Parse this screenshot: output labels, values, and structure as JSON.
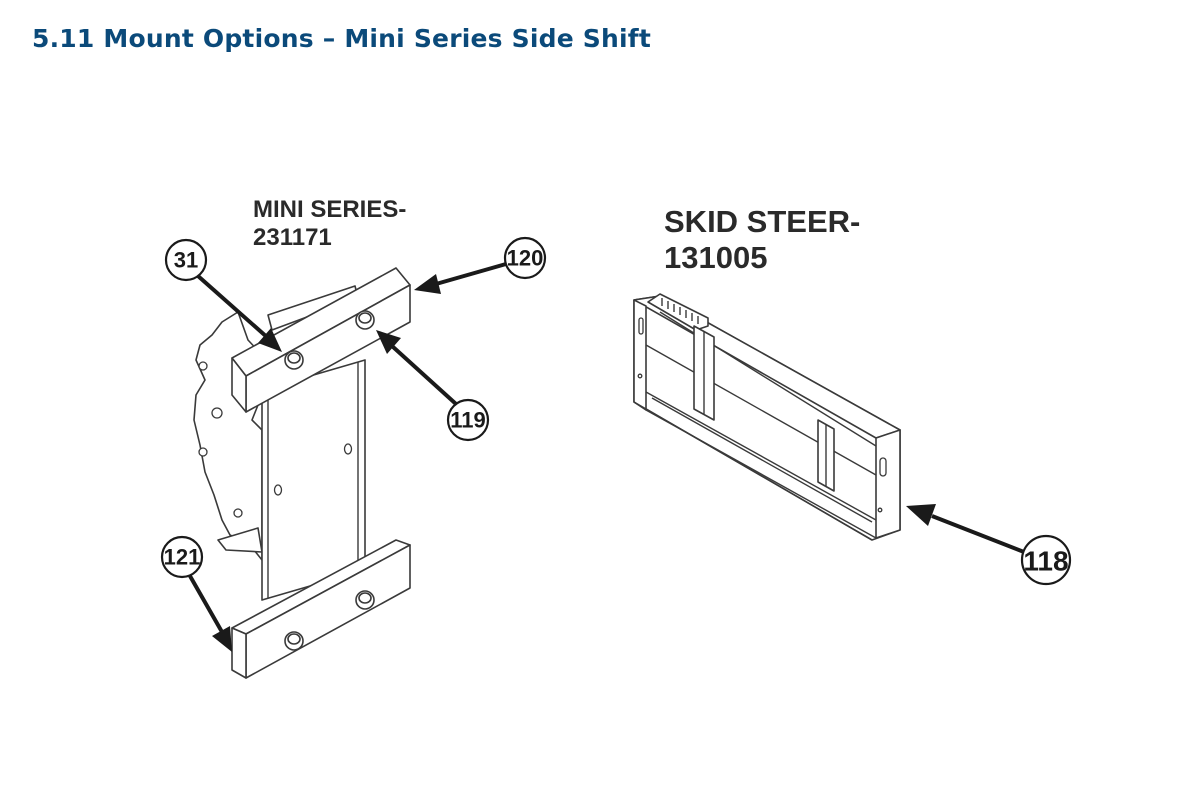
{
  "page": {
    "title": "5.11 Mount Options – Mini Series Side Shift"
  },
  "diagram": {
    "mini_series_label_line1": "MINI SERIES-",
    "mini_series_label_line2": "231171",
    "skid_steer_label_line1": "SKID STEER-",
    "skid_steer_label_line2": "131005",
    "callouts": [
      "31",
      "120",
      "119",
      "121",
      "118"
    ]
  },
  "colors": {
    "title": "#0b4a7a",
    "line_art": "#3a3a3a",
    "callout": "#1a1a1a"
  }
}
